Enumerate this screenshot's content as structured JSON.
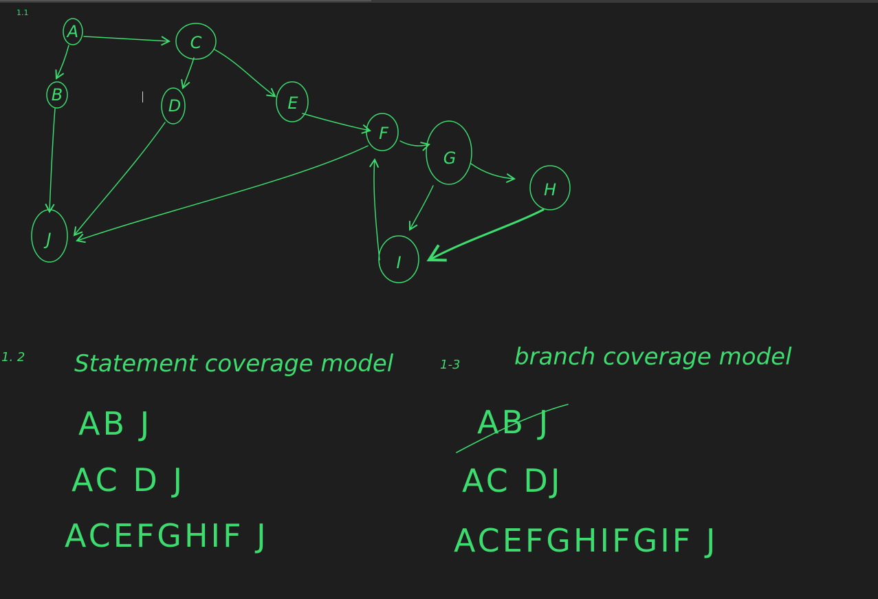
{
  "ink_color": "#3ddc6e",
  "background_color": "#1e1e1e",
  "part_1_1": {
    "label": "1.1",
    "nodes": [
      "A",
      "C",
      "B",
      "D",
      "E",
      "F",
      "G",
      "H",
      "J",
      "I"
    ]
  },
  "part_1_2": {
    "label": "1. 2",
    "title": "Statement coverage model",
    "paths": [
      "AB J",
      "AC D J",
      "ACEFGHIF J"
    ]
  },
  "part_1_3": {
    "label": "1-3",
    "title": "branch coverage model",
    "paths": [
      "AB J",
      "AC DJ",
      "ACEFGHIFGIF J"
    ]
  }
}
